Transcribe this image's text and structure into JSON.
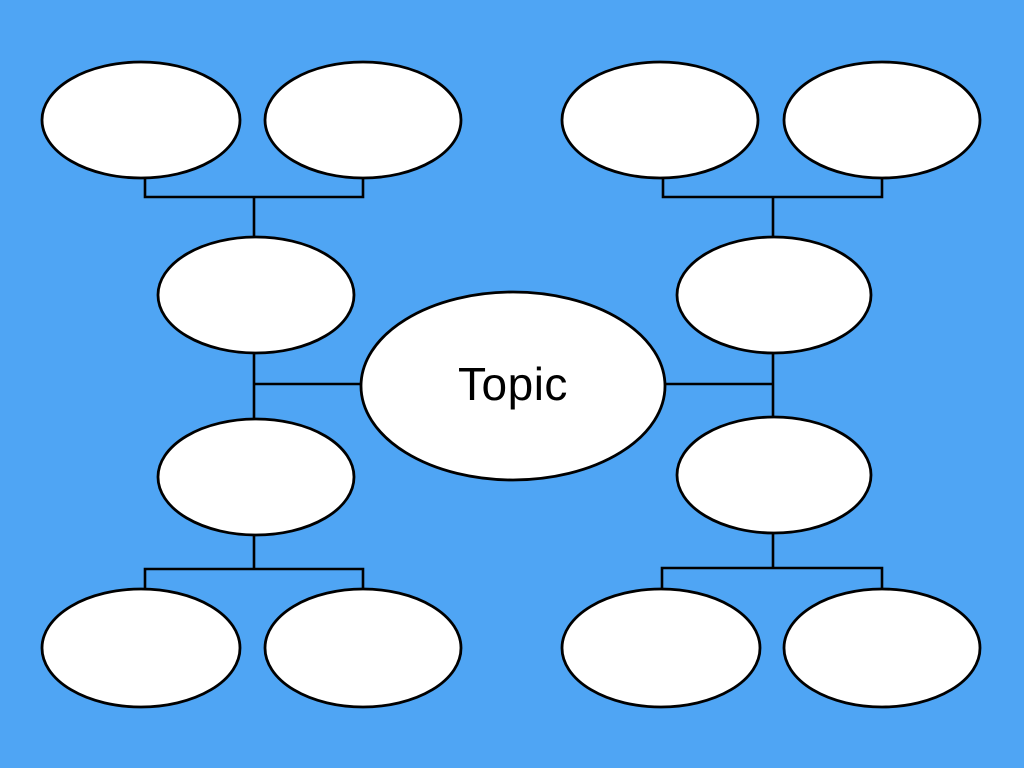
{
  "colors": {
    "background": "#4FA5F4",
    "node_fill": "#FFFFFF",
    "node_stroke": "#000000",
    "connector_stroke": "#000000",
    "text_color": "#000000"
  },
  "mind_map": {
    "central": {
      "label": "Topic"
    },
    "nodes": [
      {
        "id": "left-subtopic-upper",
        "label": ""
      },
      {
        "id": "left-subtopic-lower",
        "label": ""
      },
      {
        "id": "right-subtopic-upper",
        "label": ""
      },
      {
        "id": "right-subtopic-lower",
        "label": ""
      },
      {
        "id": "top-left-leaf-outer",
        "label": ""
      },
      {
        "id": "top-left-leaf-inner",
        "label": ""
      },
      {
        "id": "top-right-leaf-inner",
        "label": ""
      },
      {
        "id": "top-right-leaf-outer",
        "label": ""
      },
      {
        "id": "bottom-left-leaf-outer",
        "label": ""
      },
      {
        "id": "bottom-left-leaf-inner",
        "label": ""
      },
      {
        "id": "bottom-right-leaf-inner",
        "label": ""
      },
      {
        "id": "bottom-right-leaf-outer",
        "label": ""
      }
    ]
  }
}
